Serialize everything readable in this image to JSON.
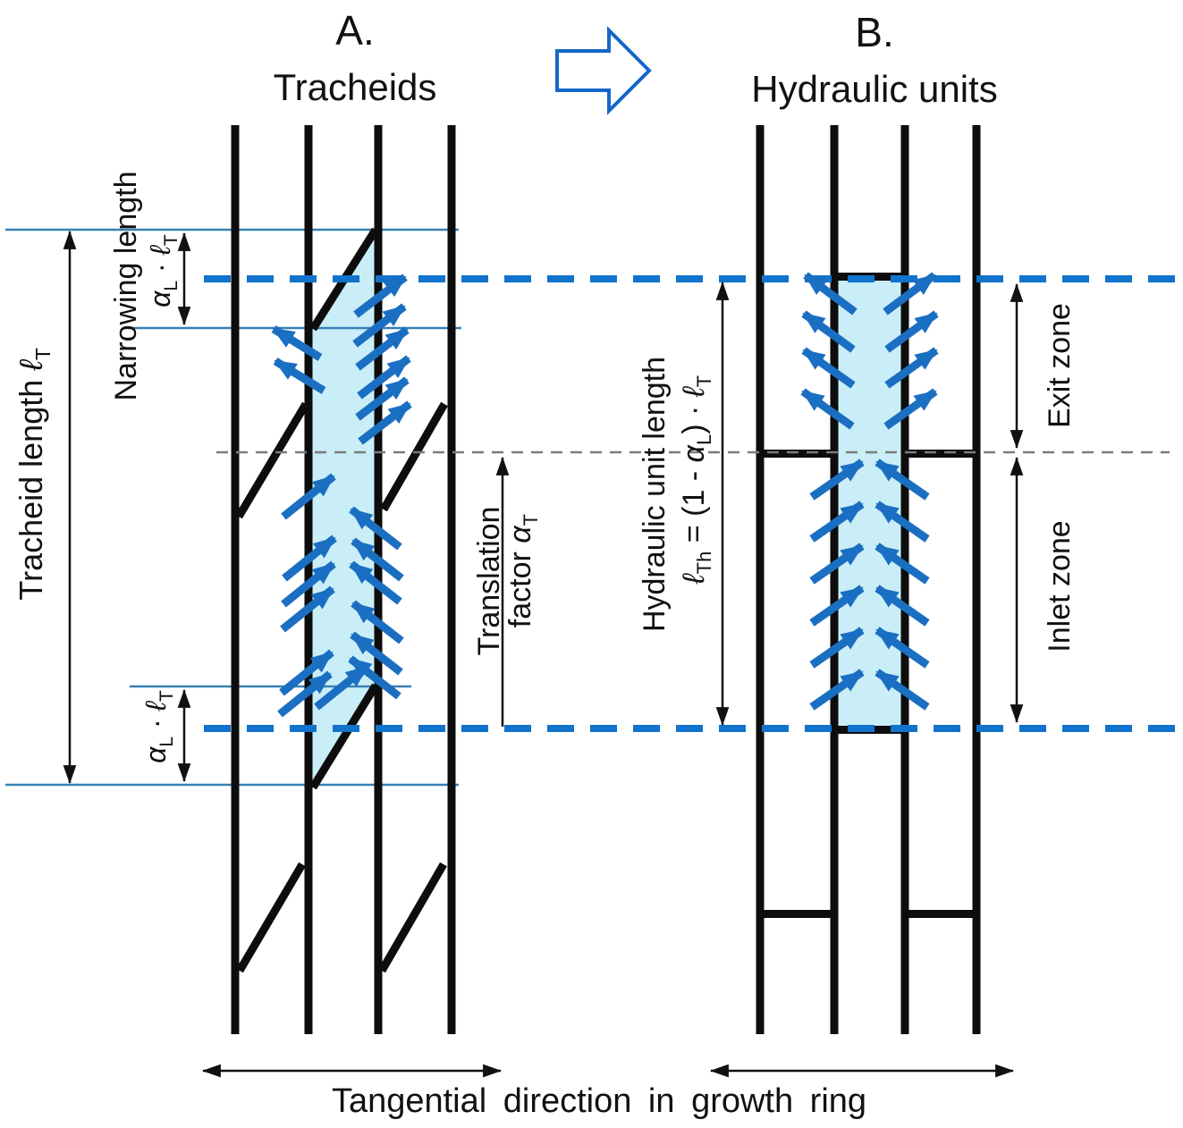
{
  "figure": {
    "panel_a": {
      "letter": "A.",
      "title": "Tracheids"
    },
    "panel_b": {
      "letter": "B.",
      "title": "Hydraulic units"
    },
    "transform_arrow_icon": "block-arrow-right"
  },
  "labels": {
    "tracheid_length": {
      "text": "Tracheid length ",
      "ell": "ℓ",
      "sub": "T"
    },
    "narrowing_length": "Narrowing length",
    "alpha_product": {
      "alpha": "α",
      "alpha_sub": "L",
      "dot": " · ",
      "ell": "ℓ",
      "ell_sub": "T"
    },
    "translation_line1": "Translation",
    "translation_line2": {
      "text": "factor ",
      "alpha": "α",
      "sub": "T"
    },
    "hydraulic_unit_length": "Hydraulic unit length",
    "hydraulic_formula": {
      "ell": "ℓ",
      "ell_sub": "Th",
      "mid": " = (1 - ",
      "alpha": "α",
      "alpha_sub": "L",
      "end": ") · ",
      "ell2": "ℓ",
      "ell2_sub": "T"
    },
    "exit_zone": "Exit zone",
    "inlet_zone": "Inlet zone",
    "tangential_axis": "Tangential direction in growth ring"
  },
  "colors": {
    "flow_arrow_blue": "#1B6FC2",
    "dashed_line_blue": "#1173CB",
    "thin_line_blue": "#3680B5",
    "lumen_fill_cyan": "#C9EEF7",
    "wall_black": "#0D0D0D",
    "center_line_gray": "#7C7C7C",
    "block_arrow_blue": "#1467C8"
  }
}
